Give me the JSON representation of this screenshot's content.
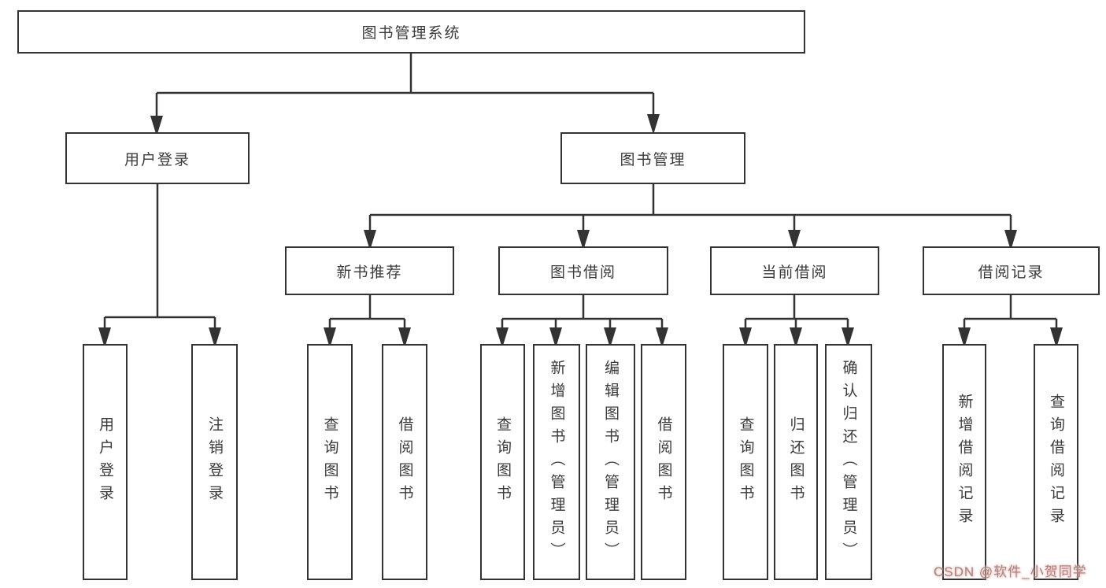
{
  "tree": {
    "root": {
      "label": "图书管理系统"
    },
    "branches": [
      {
        "label": "用户登录",
        "children": [
          {
            "label": "用户登录"
          },
          {
            "label": "注销登录"
          }
        ]
      },
      {
        "label": "图书管理",
        "children": [
          {
            "label": "新书推荐",
            "children": [
              {
                "label": "查询图书"
              },
              {
                "label": "借阅图书"
              }
            ]
          },
          {
            "label": "图书借阅",
            "children": [
              {
                "label": "查询图书"
              },
              {
                "label": "新增图书（管理员）"
              },
              {
                "label": "编辑图书（管理员）"
              },
              {
                "label": "借阅图书"
              }
            ]
          },
          {
            "label": "当前借阅",
            "children": [
              {
                "label": "查询图书"
              },
              {
                "label": "归还图书"
              },
              {
                "label": "确认归还（管理员）"
              }
            ]
          },
          {
            "label": "借阅记录",
            "children": [
              {
                "label": "新增借阅记录"
              },
              {
                "label": "查询借阅记录"
              }
            ]
          }
        ]
      }
    ]
  },
  "watermark": {
    "text": "CSDN @软件_小贺同学"
  },
  "colors": {
    "line": "#333333",
    "text": "#3b3b3b",
    "background": "#ffffff",
    "watermark_pink": "#ffb0a8"
  }
}
